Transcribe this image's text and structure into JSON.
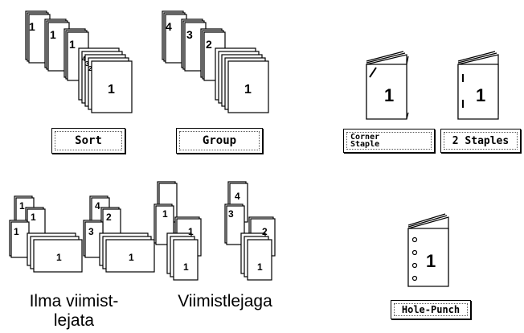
{
  "buttons": {
    "sort": "Sort",
    "group": "Group",
    "corner_staple_line1": "Corner",
    "corner_staple_line2": "Staple",
    "two_staples": "2 Staples",
    "hole_punch": "Hole-Punch"
  },
  "captions": {
    "no_finishing_line1": "Ilma viimist-",
    "no_finishing_line2": "lejata",
    "with_finisher": "Viimistlejaga"
  },
  "sheet_numbers": {
    "one": "1",
    "two": "2",
    "three": "3",
    "four": "4"
  },
  "icons": {
    "sort": "sort-stack-icon",
    "group": "group-stack-icon",
    "corner_staple": "corner-staple-booklet-icon",
    "two_staples": "two-staples-booklet-icon",
    "hole_punch": "hole-punch-booklet-icon"
  }
}
